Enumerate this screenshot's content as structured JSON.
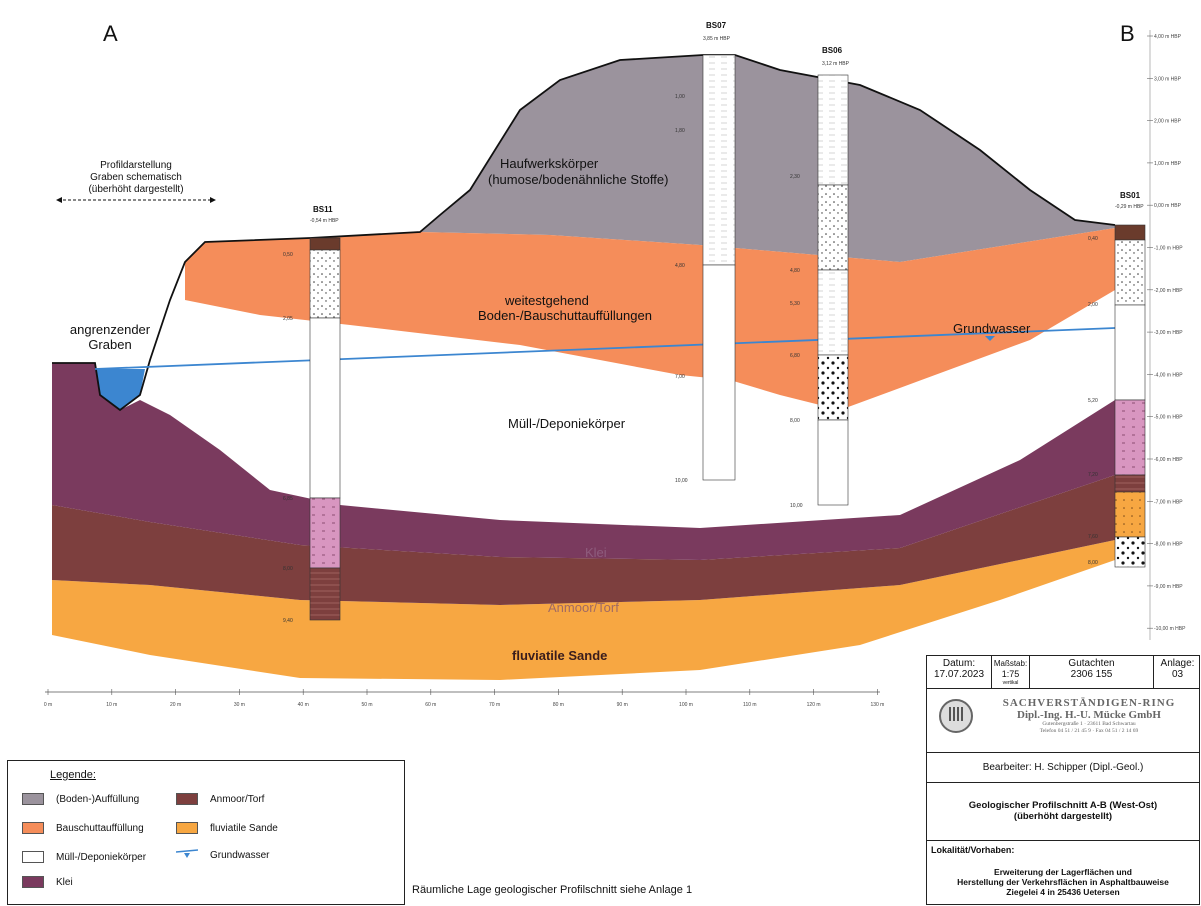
{
  "section_labels": {
    "left": "A",
    "right": "B"
  },
  "elevation_axis": [
    "4,00 m HBP",
    "3,00 m HBP",
    "2,00 m HBP",
    "1,00 m HBP",
    "0,00 m HBP",
    "-1,00 m HBP",
    "-2,00 m HBP",
    "-3,00 m HBP",
    "-4,00 m HBP",
    "-5,00 m HBP",
    "-6,00 m HBP",
    "-7,00 m HBP",
    "-8,00 m HBP",
    "-9,00 m HBP",
    "-10,00 m HBP"
  ],
  "distance_axis": [
    "0 m",
    "10 m",
    "20 m",
    "30 m",
    "40 m",
    "50 m",
    "60 m",
    "70 m",
    "80 m",
    "90 m",
    "100 m",
    "110 m",
    "120 m",
    "130 m"
  ],
  "profile_note": {
    "line1": "Profildarstellung",
    "line2": "Graben schematisch",
    "line3": "(überhöht dargestellt)"
  },
  "zones": {
    "heap_line1": "Haufwerkskörper",
    "heap_line2": "(humose/bodenähnliche Stoffe)",
    "fill_line1": "weitestgehend",
    "fill_line2": "Boden-/Bauschuttauffüllungen",
    "landfill": "Müll-/Deponiekörper",
    "klei": "Klei",
    "torf": "Anmoor/Torf",
    "sande": "fluviatile Sande",
    "graben_line1": "angrenzender",
    "graben_line2": "Graben",
    "groundwater": "Grundwasser"
  },
  "boreholes": [
    {
      "id": "BS11",
      "top": "-0,54 m HBP",
      "depths": [
        "0,50",
        "2,05",
        "6,85",
        "8,00",
        "9,40"
      ]
    },
    {
      "id": "BS07",
      "top": "3,85 m HBP",
      "depths": [
        "1,00",
        "1,80",
        "4,80",
        "7,00",
        "10,00"
      ]
    },
    {
      "id": "BS06",
      "top": "3,12 m HBP",
      "depths": [
        "2,30",
        "4,80",
        "5,30",
        "6,80",
        "8,00",
        "10,00"
      ]
    },
    {
      "id": "BS01",
      "top": "-0,29 m HBP",
      "depths": [
        "0,40",
        "2,00",
        "5,20",
        "7,20",
        "7,60",
        "8,00"
      ]
    }
  ],
  "legend": {
    "title": "Legende:",
    "items": [
      {
        "label": "(Boden-)Auffüllung",
        "color": "#9b939d"
      },
      {
        "label": "Bauschuttauffüllung",
        "color": "#f58d5a"
      },
      {
        "label": "Müll-/Deponiekörper",
        "color": "#ffffff"
      },
      {
        "label": "Klei",
        "color": "#7a3a5e"
      },
      {
        "label": "Anmoor/Torf",
        "color": "#7d3f3e"
      },
      {
        "label": "fluviatile Sande",
        "color": "#f7a742"
      },
      {
        "label": "Grundwasser",
        "color": "#3c86d0"
      }
    ]
  },
  "layer_colors": {
    "heap": "#9b939d",
    "fill": "#f58d5a",
    "landfill": "#ffffff",
    "klei": "#7a3a5e",
    "torf": "#7d3f3e",
    "sande": "#f7a742",
    "water": "#3c86d0",
    "topsoil": "#6a3b2c",
    "pink": "#d896c0"
  },
  "location_note": "Räumliche Lage geologischer Profilschnitt siehe Anlage 1",
  "title_block": {
    "date_label": "Datum:",
    "date": "17.07.2023",
    "scale_label": "Maßstab:",
    "scale": "1:75",
    "scale_sub": "vertikal",
    "report_label": "Gutachten",
    "report": "2306 155",
    "annex_label": "Anlage:",
    "annex": "03",
    "company_line1": "SACHVERSTÄNDIGEN-RING",
    "company_line2": "Dipl.-Ing. H.-U. Mücke GmbH",
    "company_line3": "Gutenbergstraße 1 · 23611 Bad Schwartau",
    "company_line4": "Telefon 04 51 / 21 45 9 · Fax 04 51 / 2 14 69",
    "editor": "Bearbeiter: H. Schipper (Dipl.-Geol.)",
    "drawing_title_line1": "Geologischer Profilschnitt A-B (West-Ost)",
    "drawing_title_line2": "(überhöht dargestellt)",
    "location_label": "Lokalität/Vorhaben:",
    "project_line1": "Erweiterung der Lagerflächen und",
    "project_line2": "Herstellung der Verkehrsflächen in Asphaltbauweise",
    "project_line3": "Ziegelei 4 in 25436 Uetersen"
  }
}
